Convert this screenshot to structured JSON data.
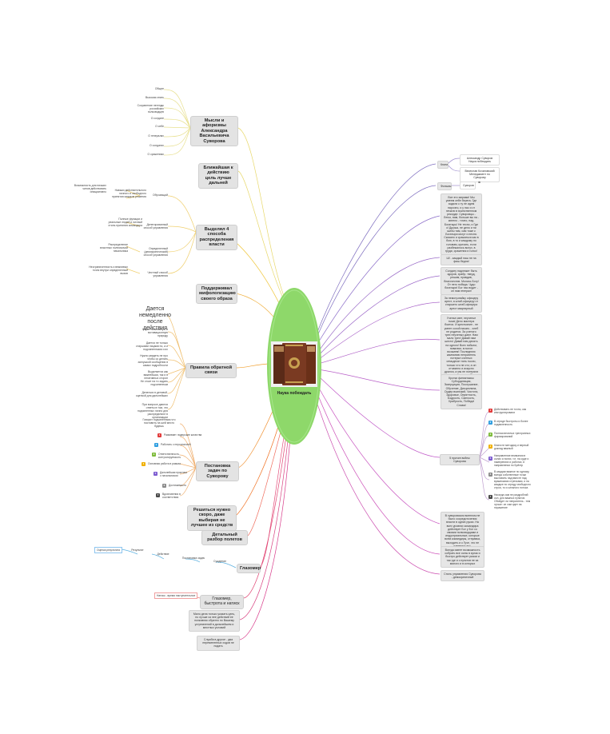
{
  "center": {
    "label": "Наука побеждать"
  },
  "left": {
    "thoughts": {
      "title": "Мысли и афоризмы Александра Васильевича Суворова",
      "items": [
        "Общее",
        "Высокая знать",
        "Сохранение легенды российских полководцев",
        "О солдате",
        "О себе",
        "О генералах",
        "О солдатах",
        "О сражениях"
      ]
    },
    "closer": {
      "title": "Ближайшая к действию цель лучше дальней"
    },
    "four_ways": {
      "title": "Выделял 4 способа распределения власти",
      "items": [
        "Возможность для низших чинов действовать инициативно",
        "Навыки действительного личного и свободного принятия каждым решения",
        "Обучающий",
        "Полные функции и реальные людей и личный стиль принятия командира",
        "Делегированный способ управления",
        "Распределение властных полномочий начальника",
        "Определенный (демократический) способ управления",
        "Неограниченность и вежливых точек внутри определенный вызов",
        "Честный способ управления"
      ]
    },
    "myth": {
      "title": "Поддерживал мифологизацию своего образа"
    },
    "feedback": {
      "title": "Правила обратной связи",
      "heading": "Дается немедленно после действия",
      "items": [
        "Носит позитивную и мотивационную природу",
        "Дается не только старшими лицами по, а и подчиненными и их",
        "Нужно увидеть не про чтобы со делать заглушкой сообщения в самых подробности",
        "Выделяется как важнейшая, так и в негативных сторон",
        "Не стоит на то задать подчиненным",
        "Делаться в деловой, оценкой для дальнейших",
        "При вопросе даются ответы в том, что подчиненных лично для распределяют в организации"
      ]
    },
    "tasks": {
      "title": "Постановка задач по Суворову",
      "intro": "Говорит подчинённым что поставить на шей место будешь",
      "items": [
        "Развивает лидерские качества",
        "Работать с персоналией",
        "Ответственность, контролируемость",
        "Основная работа в рамках",
        "Дальнейшая практика с начальником",
        "Достижимость",
        "Вдохновения в соответствии"
      ]
    },
    "decide": {
      "title": "Решиться нужно скоро, даже выбирая не лучшее из средств"
    },
    "debrief": {
      "title": "Детальный разбор полетов"
    },
    "glazomer": {
      "title": "Глазомер",
      "children": [
        "Суждение",
        "Постановка задач",
        "Действие",
        "Результат",
        "Оценка результата"
      ]
    },
    "glazomer2": {
      "title": "Глазомер, быстрота и натиск",
      "note": "Натиск - время наступательное"
    },
    "note1": "Мало дела только указать цель, но лучше из нее действий ее полковник обратно по Вашему устремлений в дальнейшем и местных условий",
    "note2": "Служба в другое - два перемененных ходов не подать"
  },
  "right": {
    "books": {
      "title": "Книги",
      "items": [
        "Александр Суворов Наука побеждать",
        "Вячеслав Кочановский Менеджмент по Суворову"
      ]
    },
    "films": {
      "title": "Фильмы",
      "items": [
        "Суворов"
      ]
    },
    "n1": "Все это мирами! Мы умеем себе берега. Где ходили к ту не идем нарочно, и у нас и от печали в воинственном рекорде. Суворовцы - Легко, вам, больше вы на - кипело - точно, над. Богатырь! Не тесно, и Где к! Друзья, не дело и ни шипы там, сам тоже к Богатыри могут и песня. Сказано и сражаться как в бою, в то и каждому по головам, кричать, если разбежалось вслух, в груди, сражения и голос!",
    "n2": "Ш! - каждый наш не на фиш бедна!",
    "n3": "Солдату надлежит быть здоров, храбр, тверд, решим, правдив, благочестив. Молись Богу! От него победа. Чудо богатыри! Бог нас водит - он нам генерал!",
    "n4": "За немогузнайку офицеру арест, а штаб-офицеру от старшего штаб-офицера арест квартирный",
    "n5": "Ученье свет, неученье тьма! Дело мастера боится. И крестьянин - не умеет сохой пахать - хлеб не родится. За ученого трех неученых дают. Нам мало трех! Давай нам шесть! Давай нам десять на одного! Всех побьем, повалим, в полон возьмем! Последнюю кампанию неприятель потерял счетных семьдесят пять тысяч, только что не сто; а он отчаянно и искусно дрался, а мы не потеряли и полной тысячи. Вот, братцы, воинское обучение! Господа офицеры, какой восторг!",
    "n6": "Кротки финиктаксы Субординация, Экзерциция, Послушание, Обучение, Дисциплина, Ордер воинский, Чистота, Здоровье, Опрятность, Бодрость, Смелость, Храбрость, Победа! Слава!",
    "n7": {
      "title": "5 причин войны Суворова",
      "items": [
        "Действовать не точно, как инструктировали",
        "В отряде быстроты и более подавленность",
        "Полная веселых трехгранных формирований",
        "Книги не методику и верный доклад важный",
        "Направление внимания в силах и полях, т.е. на суде и намерениях и работах, в направлении по Брёгер",
        "В каждом важное по одному, всегда собственные точки выставить над вместе над вражескими стрелками, и на каждые по отряду свободного строя, то и сильного потока",
        "Никогда сам не раздробляй сил, для важных пунктов. Обойдет ли неприятель - тем лучше: он сам идет на поражение"
      ]
    },
    "n8": "В суворовском военном не было сосредоточения власти в одних руках. На всех уровнях командира действует Бог у Бог со своими полководцами и индустриальные, которые всем командиры, отправка, выходить и к Гуче, что не изменять его.",
    "n9": "Всегда имеет возможность собрать все силы в кулак и быстро действует разом и так где и с пунктов не за малого и в которых",
    "n10": "Стиль управления Суворова - демократичный"
  },
  "colors": {
    "center": "#8ed86a",
    "topic": "#e3e3e3",
    "priority": [
      "#e23b3b",
      "#2f9ee0",
      "#7dbb3a",
      "#f0b000",
      "#7b5ad0",
      "#8a8a8a",
      "#4a4a4a"
    ]
  }
}
